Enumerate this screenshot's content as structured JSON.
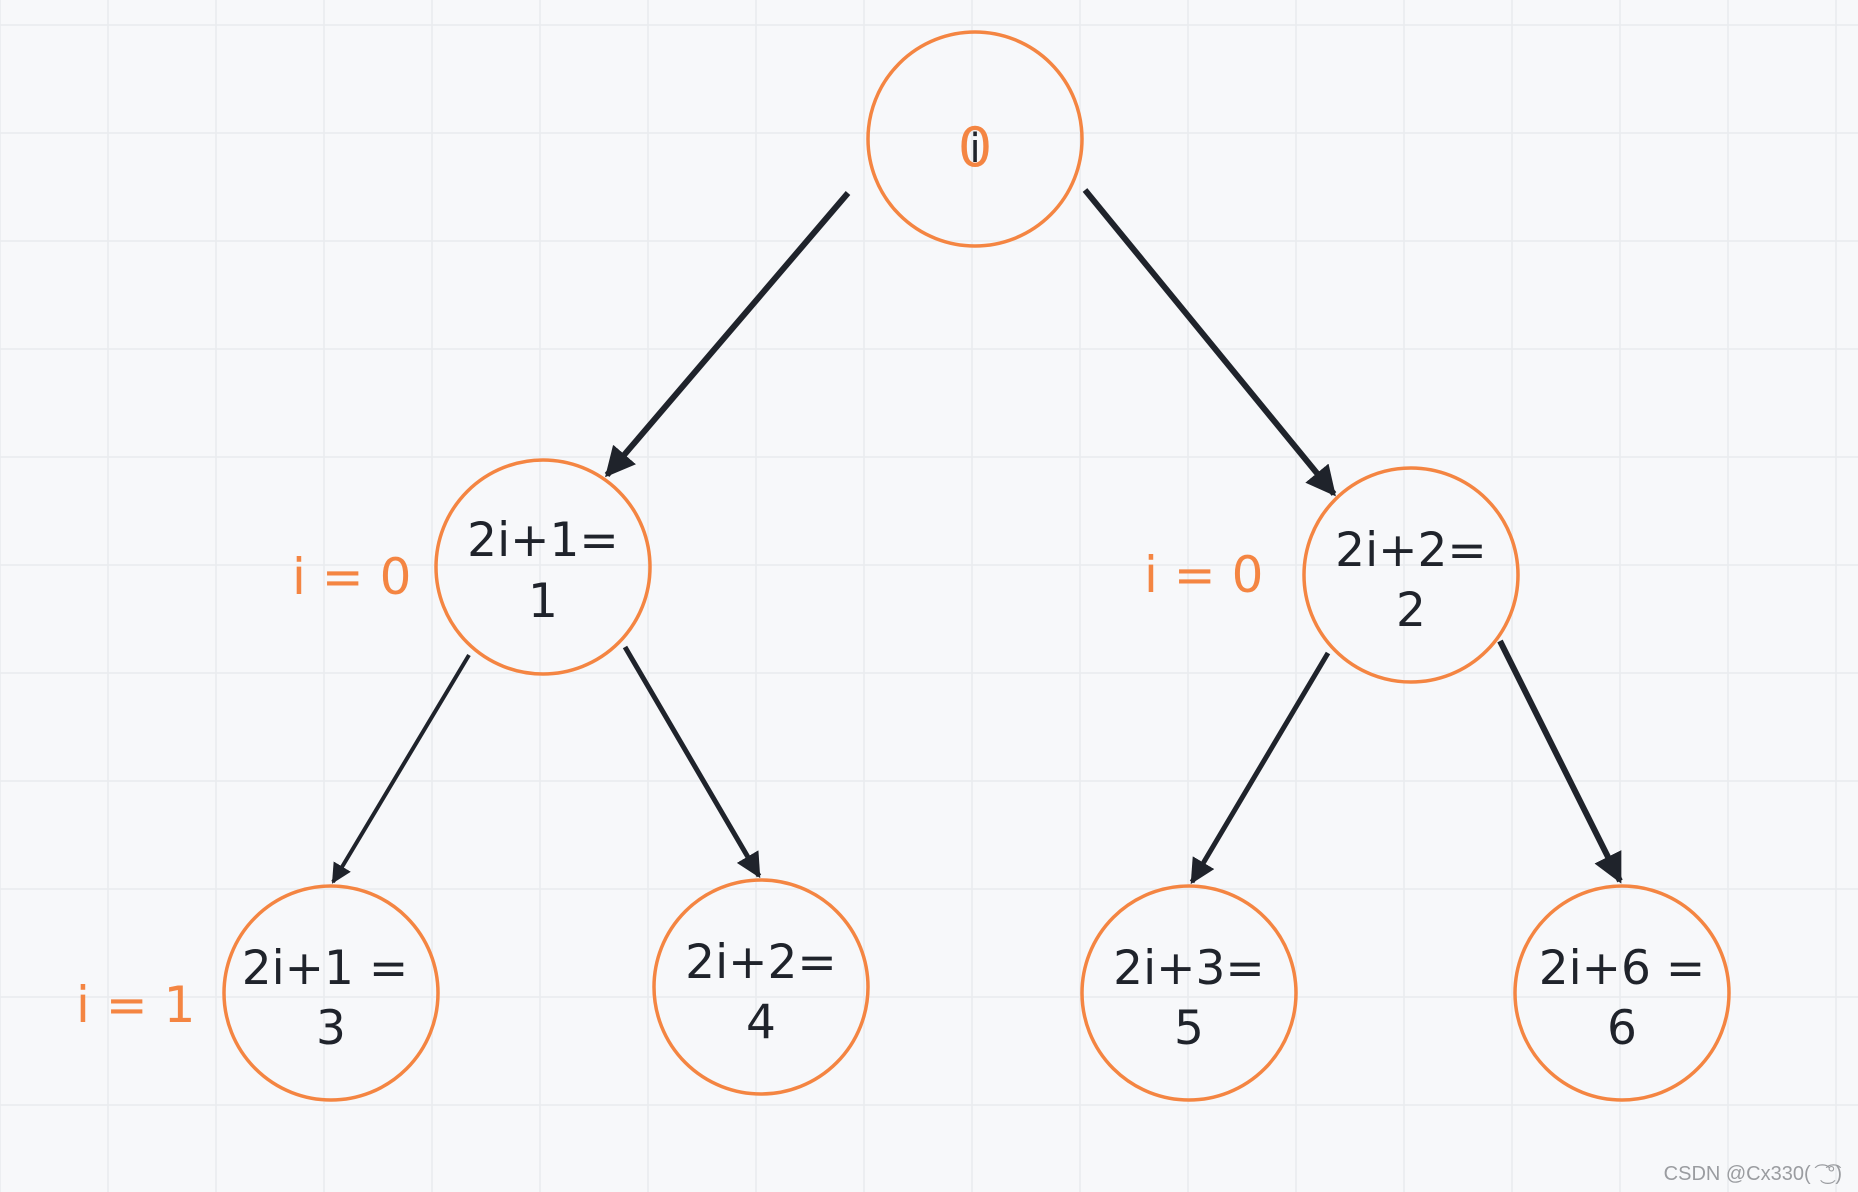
{
  "colors": {
    "background": "#f7f8fa",
    "grid": "#e9ebee",
    "node_stroke": "#f48542",
    "accent_text": "#f48542",
    "ink": "#1f232b",
    "watermark": "#9a9ca0"
  },
  "diagram": {
    "root": {
      "index_glyph": "i",
      "value": "0"
    },
    "nodes": [
      {
        "line1": "2i+1=",
        "line2": "1"
      },
      {
        "line1": "2i+2=",
        "line2": "2"
      },
      {
        "line1": "2i+1 =",
        "line2": "3"
      },
      {
        "line1": "2i+2=",
        "line2": "4"
      },
      {
        "line1": "2i+3=",
        "line2": "5"
      },
      {
        "line1": "2i+6 =",
        "line2": "6"
      }
    ],
    "side_labels": [
      "i = 0",
      "i = 0",
      "i = 1"
    ]
  },
  "watermark": "CSDN @Cx330( ͡ ͜ ͡°)"
}
